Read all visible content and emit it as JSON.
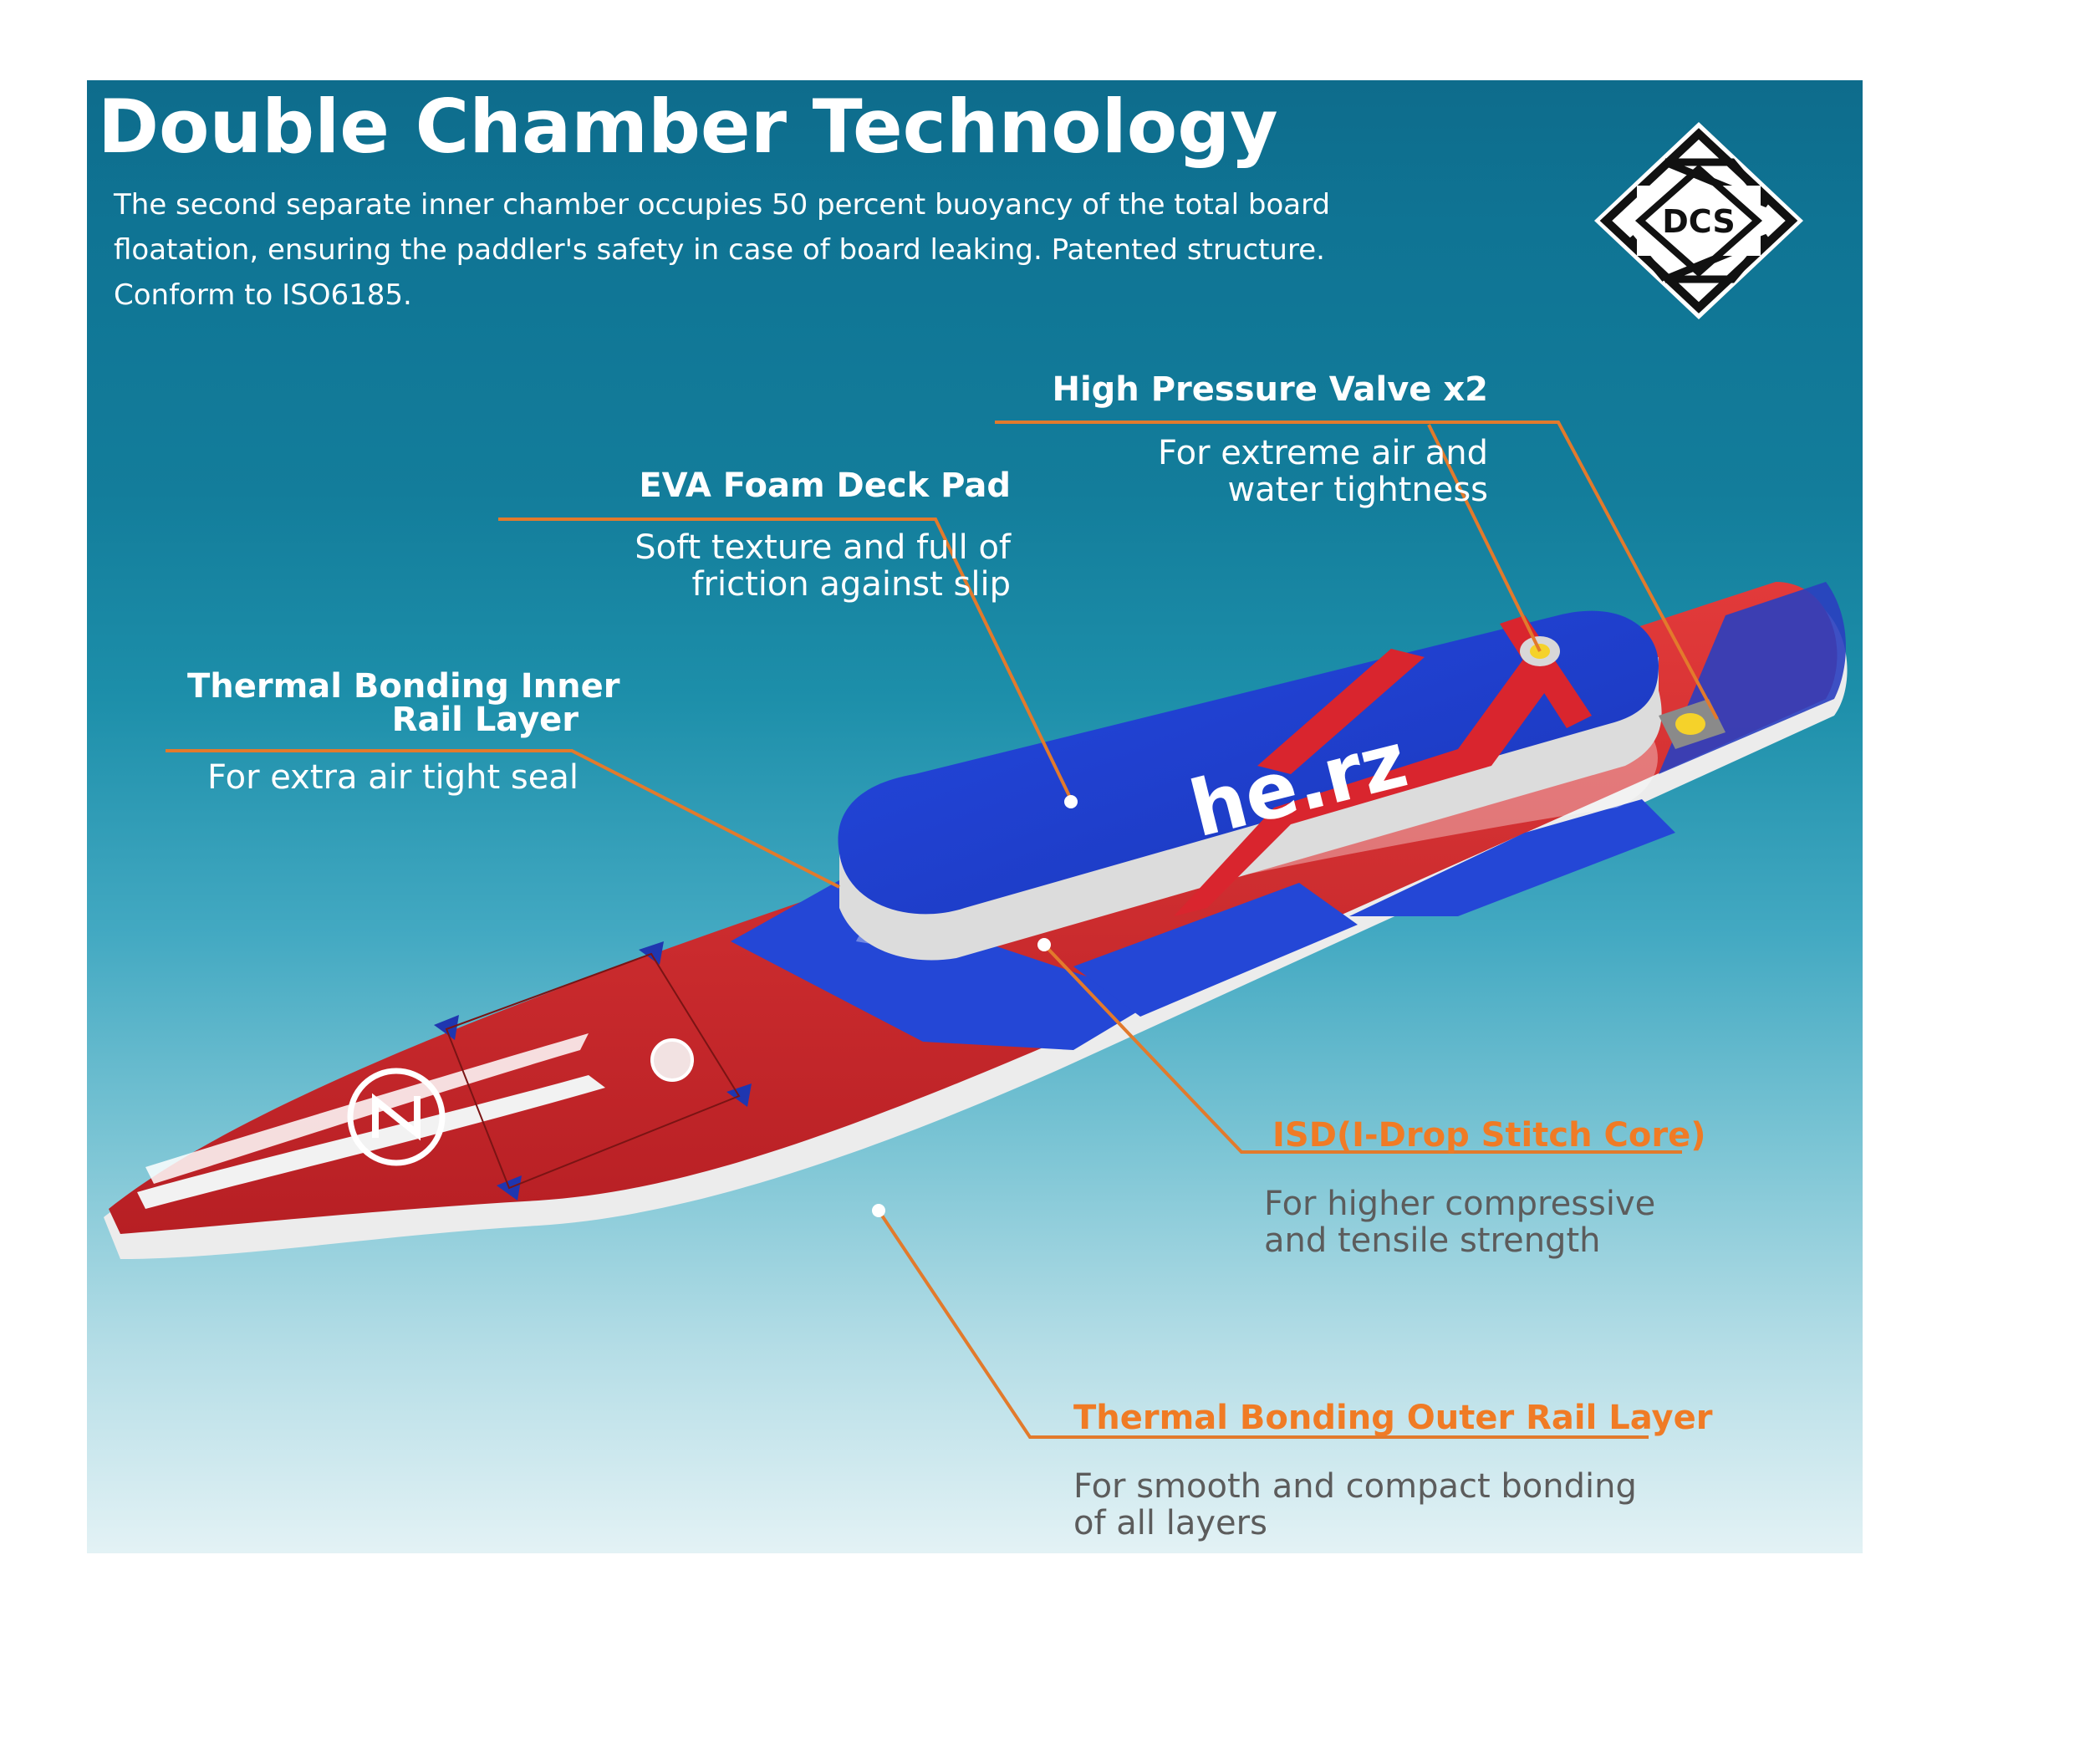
{
  "title": "Double Chamber Technology",
  "intro": [
    "The second separate inner chamber occupies 50 percent buoyancy of the total board",
    "floatation, ensuring the paddler's safety in case of board leaking. Patented structure.",
    "Conform to ISO6185."
  ],
  "badge": {
    "text": "DCS",
    "icon": "dcs-diamond-badge-icon"
  },
  "board": {
    "logo_text": "he.rz",
    "icon": "paddle-board-illustration",
    "colors": {
      "deck": "#1f3fd0",
      "hull": "#d42a2a",
      "rail": "#e8e8e8"
    }
  },
  "callouts": {
    "valve": {
      "title": "High Pressure Valve x2",
      "desc": [
        "For extreme air and",
        "water tightness"
      ]
    },
    "eva": {
      "title": "EVA Foam Deck Pad",
      "desc": [
        "Soft texture and full of",
        "friction against slip"
      ]
    },
    "inner": {
      "title": [
        "Thermal Bonding Inner",
        "Rail Layer"
      ],
      "desc": [
        "For extra air tight seal"
      ]
    },
    "isd": {
      "title": "ISD(I-Drop Stitch Core)",
      "desc": [
        "For higher compressive",
        "and tensile strength"
      ]
    },
    "outer": {
      "title": "Thermal Bonding Outer Rail Layer",
      "desc": [
        "For smooth and compact bonding",
        "of all layers"
      ]
    }
  },
  "colors": {
    "leader": "#e27a2c",
    "title_white": "#ffffff",
    "title_orange": "#f07b25",
    "desc_grey": "#5c5c5c"
  }
}
